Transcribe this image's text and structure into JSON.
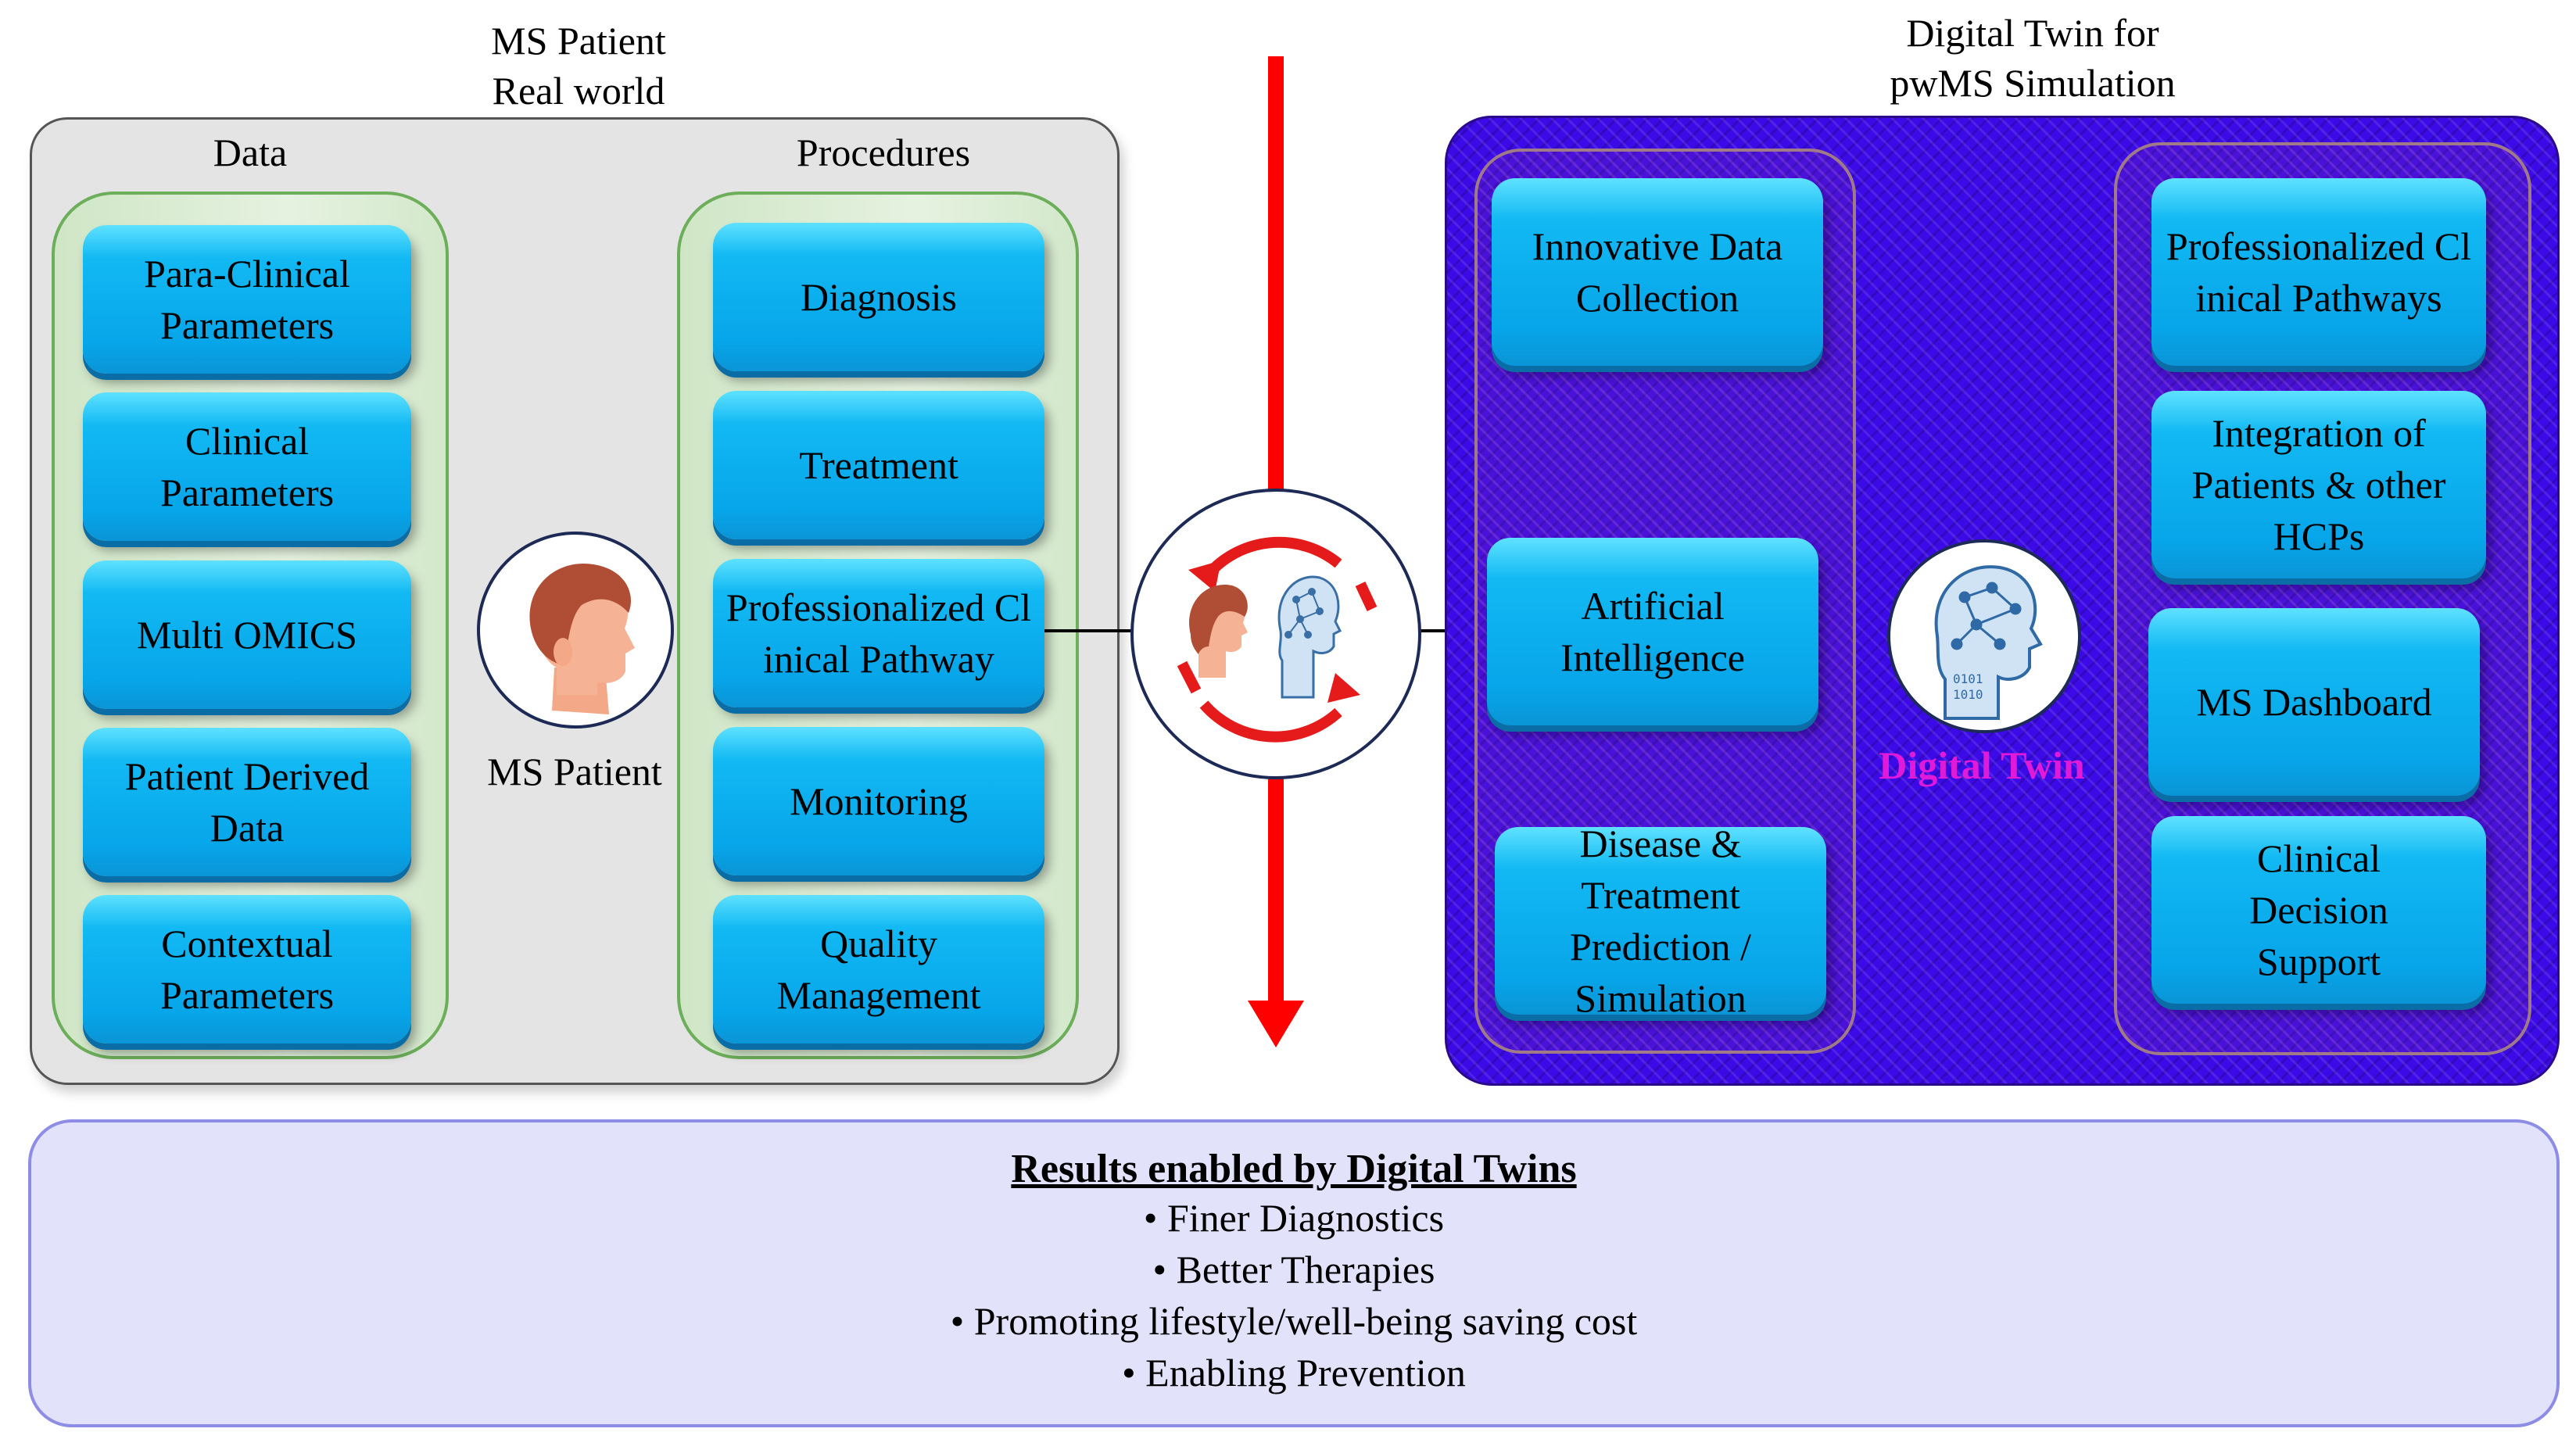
{
  "real_world": {
    "heading_line1": "MS Patient",
    "heading_line2": "Real world",
    "data_label": "Data",
    "procedures_label": "Procedures",
    "patient_label": "MS Patient",
    "data_items": [
      "Para-Clinical Parameters",
      "Clinical Parameters",
      "Multi OMICS",
      "Patient Derived Data",
      "Contextual Parameters"
    ],
    "procedure_items": [
      "Diagnosis",
      "Treatment",
      "Professionalized Clinical Pathway",
      "Monitoring",
      "Quality Management"
    ]
  },
  "digital_twin": {
    "heading_line1": "Digital Twin for",
    "heading_line2": "pwMS Simulation",
    "center_label": "Digital Twin",
    "left_items": [
      "Innovative Data Collection",
      "Artificial Intelligence",
      "Disease & Treatment Prediction / Simulation"
    ],
    "right_items": [
      "Professionalized Clinical Pathways",
      "Integration of Patients & other HCPs",
      "MS Dashboard",
      "Clinical Decision Support"
    ]
  },
  "results": {
    "title": "Results enabled by Digital Twins",
    "items": [
      "Finer Diagnostics",
      "Better Therapies",
      "Promoting lifestyle/well-being saving cost",
      "Enabling Prevention"
    ]
  },
  "colors": {
    "box_blue": "#07a5e9",
    "panel_purple": "#3c0ae6",
    "digital_twin_label": "#e01ad8",
    "divider_red": "#ff0000",
    "column_green": "#6cae5a"
  },
  "icons": [
    "patient-head-icon",
    "ai-head-icon",
    "sync-arrows-icon"
  ]
}
